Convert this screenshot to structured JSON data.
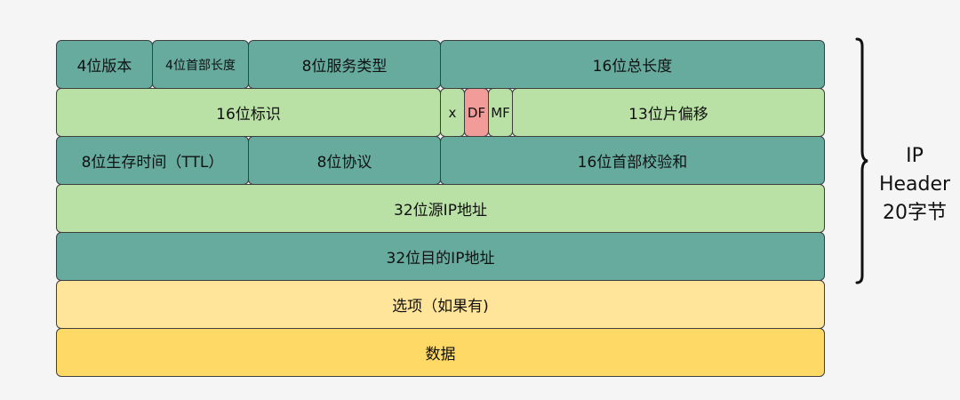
{
  "rows": {
    "r1": {
      "version": "4位版本",
      "hdr_len": "4位首部长度",
      "tos": "8位服务类型",
      "total_len": "16位总长度"
    },
    "r2": {
      "ident": "16位标识",
      "x": "x",
      "df": "DF",
      "mf": "MF",
      "frag": "13位片偏移"
    },
    "r3": {
      "ttl": "8位生存时间（TTL）",
      "protocol": "8位协议",
      "checksum": "16位首部校验和"
    },
    "r4": {
      "src": "32位源IP地址"
    },
    "r5": {
      "dst": "32位目的IP地址"
    },
    "r6": {
      "options": "选项（如果有)"
    },
    "r7": {
      "data": "数据"
    }
  },
  "side": {
    "line1": "IP",
    "line2": "Header",
    "line3": "20字节"
  },
  "colors": {
    "dark": "#67ab9f",
    "light": "#b9e0a5",
    "red": "#f19c99",
    "options": "#ffe599",
    "data": "#ffd966"
  }
}
